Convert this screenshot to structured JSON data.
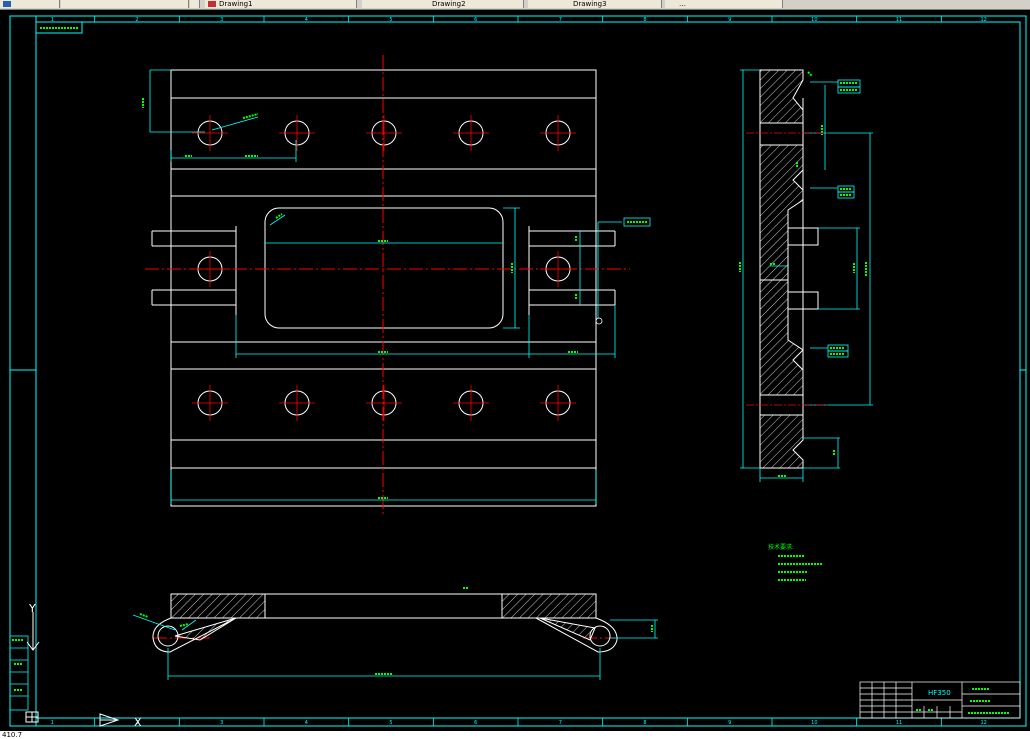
{
  "tabs": [
    {
      "label": ""
    },
    {
      "label": ""
    },
    {
      "label": ""
    },
    {
      "label": "Drawing1"
    },
    {
      "label": "Drawing2"
    },
    {
      "label": "Drawing3"
    },
    {
      "label": "…"
    }
  ],
  "frame": {
    "col_numbers": [
      "1",
      "2",
      "3",
      "4",
      "5",
      "6",
      "7",
      "8",
      "9",
      "10",
      "11",
      "12"
    ]
  },
  "labels": {
    "drawing_id": "HF350",
    "tech_title": "技术要求:",
    "dim_bottom": "600"
  },
  "ucs": {
    "y_label": "Y",
    "x_label": "X"
  },
  "status": {
    "coords": "410.7"
  },
  "colors": {
    "frame": "#00ffff",
    "line": "#ffffff",
    "center": "#ff0000",
    "dim": "#00ff00",
    "bg": "#000000"
  }
}
